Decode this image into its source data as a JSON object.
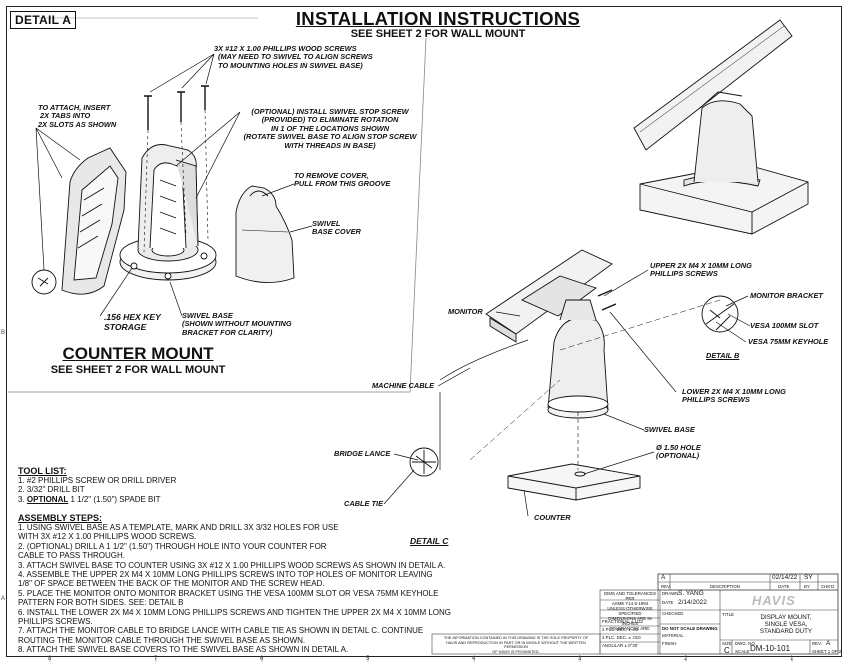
{
  "sheet": {
    "detail_a_tag": "DETAIL A",
    "title": "INSTALLATION INSTRUCTIONS",
    "subtitle": "SEE SHEET 2 FOR WALL MOUNT"
  },
  "detail_a_notes": {
    "screws": [
      "3X #12 X 1.00 PHILLIPS WOOD SCREWS",
      "(MAY NEED TO SWIVEL TO ALIGN SCREWS",
      "TO MOUNTING HOLES IN SWIVEL BASE)"
    ],
    "tabs": [
      "TO ATTACH, INSERT",
      "2X TABS INTO",
      "2X SLOTS AS SHOWN"
    ],
    "stop_screw": [
      "(OPTIONAL) INSTALL SWIVEL STOP SCREW",
      "(PROVIDED) TO ELIMINATE ROTATION",
      "IN 1 OF THE LOCATIONS SHOWN",
      "(ROTATE SWIVEL BASE TO ALIGN STOP SCREW",
      "WITH THREADS IN BASE)"
    ],
    "remove_cover": [
      "TO REMOVE COVER,",
      "PULL FROM THIS GROOVE"
    ],
    "swivel_base_cover": [
      "SWIVEL",
      "BASE COVER"
    ],
    "hex_key": [
      ".156 HEX KEY",
      "STORAGE"
    ],
    "swivel_base": [
      "SWIVEL BASE",
      "(SHOWN WITHOUT MOUNTING",
      "BRACKET FOR CLARITY)"
    ]
  },
  "counter_mount": {
    "title": "COUNTER MOUNT",
    "subtitle": "SEE SHEET 2 FOR WALL MOUNT"
  },
  "assembly_labels": {
    "upper_screws": [
      "UPPER 2X M4 X 10MM LONG",
      "PHILLIPS SCREWS"
    ],
    "monitor": "MONITOR",
    "monitor_bracket": "MONITOR BRACKET",
    "vesa_100": "VESA 100MM SLOT",
    "vesa_75": "VESA 75MM KEYHOLE",
    "detail_b": "DETAIL B",
    "machine_cable": "MACHINE CABLE",
    "lower_screws": [
      "LOWER 2X M4 X 10MM LONG",
      "PHILLIPS SCREWS"
    ],
    "swivel_base": "SWIVEL BASE",
    "hole": [
      "Ø 1.50 HOLE",
      "(OPTIONAL)"
    ],
    "bridge_lance": "BRIDGE LANCE",
    "cable_tie": "CABLE TIE",
    "counter": "COUNTER",
    "detail_c": "DETAIL C"
  },
  "tool_list": {
    "heading": "TOOL LIST:",
    "items": [
      [
        "1. #2 PHILLIPS SCREW OR DRILL DRIVER"
      ],
      [
        "2. 3/32\" DRILL BIT"
      ],
      [
        "3. ",
        "OPTIONAL",
        " 1 1/2\" (1.50\") SPADE BIT"
      ]
    ]
  },
  "assembly_steps": {
    "heading": "ASSEMBLY STEPS:",
    "lines": [
      "1.  USING SWIVEL BASE AS A TEMPLATE, MARK AND DRILL 3X 3/32 HOLES FOR USE",
      "      WITH 3X #12 X 1.00 PHILLIPS WOOD SCREWS.",
      "2.  (OPTIONAL) DRILL A 1 1/2\" (1.50\") THROUGH HOLE INTO YOUR COUNTER FOR",
      "      CABLE TO PASS THROUGH.",
      "3.  ATTACH SWIVEL BASE TO COUNTER USING 3X #12 X 1.00 PHILLIPS WOOD SCREWS AS SHOWN IN DETAIL A.",
      "4.  ASSEMBLE THE UPPER 2X M4 X 10MM LONG PHILLIPS SCREWS INTO TOP HOLES OF MONITOR LEAVING",
      "      1/8\" OF SPACE BETWEEN THE BACK OF THE MONITOR AND  THE SCREW HEAD.",
      "5.  PLACE THE MONITOR ONTO MONITOR BRACKET USING THE  VESA 100MM SLOT OR VESA 75MM KEYHOLE",
      "      PATTERN FOR BOTH SIDES. SEE: DETAIL B",
      "6.  INSTALL THE LOWER 2X M4 X 10MM LONG PHILLIPS SCREWS AND TIGHTEN THE UPPER 2X M4 X 10MM LONG",
      "      PHILLIPS SCREWS.",
      "7.  ATTACH THE MONITOR CABLE TO BRIDGE LANCE WITH CABLE TIE AS SHOWN IN DETAIL C. CONTINUE",
      "      ROUTING THE MONITOR CABLE THROUGH THE SWIVEL BASE AS SHOWN.",
      "8.  ATTACH THE SWIVEL BASE COVERS TO THE SWIVEL BASE AS SHOWN IN DETAIL A."
    ]
  },
  "title_block": {
    "rev_letter": "A",
    "rev_date": "02/14/22",
    "rev_by": "SY",
    "rev_header": [
      "REV.",
      "DESCRIPTION",
      "DATE",
      "BY",
      "CHK'D"
    ],
    "tolerance_note": [
      "DIMS AND TOLERANCES PER",
      "ASME Y14.5-1994",
      "UNLESS OTHERWISE SPECIFIED",
      "DIMENSIONS ARE IN INCHES",
      "TOLERANCES ARE:"
    ],
    "drawn_label": "DRAWN",
    "drawn_by": "S. YANG",
    "date_label": "DATE",
    "date": "2/14/2022",
    "checked_label": "CHECKED",
    "tolerances": [
      [
        "FRACTIONAL ±",
        "1/32"
      ],
      [
        "2 PLC. DEC. ±",
        ".03"
      ],
      [
        "3 PLC. DEC. ±",
        ".010"
      ],
      [
        "ANGULAR ±",
        "0°30'"
      ]
    ],
    "do_not_scale": "DO NOT SCALE DRAWING",
    "material_label": "MATERIAL",
    "finish_label": "FINISH",
    "logo": "HAVIS",
    "title_label": "TITLE",
    "drawing_title": [
      "DISPLAY MOUNT,",
      "SINGLE VESA,",
      "STANDARD DUTY"
    ],
    "size_label": "SIZE",
    "size": "C",
    "dwg_label": "DWG. NO.",
    "dwg_no": "DM-10-101",
    "rev_label": "REV.",
    "rev": "A",
    "scale_label": "SCALE",
    "sheet": "SHEET 1 OF 2",
    "proprietary": [
      "THE INFORMATION CONTAINED IN THIS DRAWING IS THE SOLE PROPERTY OF",
      "HAVIS AND REPRODUCTION IN PART OR IN WHOLE WITHOUT THE WRITTEN PERMISSION",
      "OF HAVIS IS PROHIBITED."
    ]
  },
  "ruler": {
    "bottom": [
      "8",
      "7",
      "6",
      "5",
      "4",
      "3",
      "2",
      "1"
    ],
    "left": [
      "B",
      "A"
    ]
  }
}
